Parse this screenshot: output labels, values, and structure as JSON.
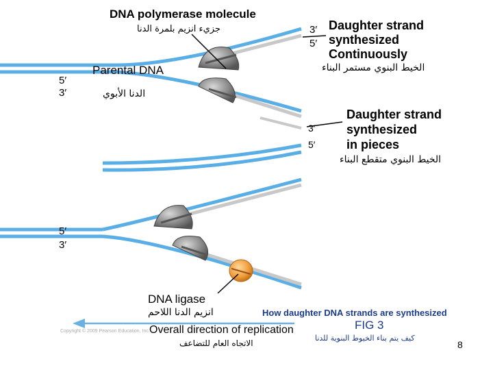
{
  "labels": {
    "polymerase_en": "DNA polymerase molecule",
    "polymerase_ar": "جزيء انزيم بلمرة الدنا",
    "parental_en": "Parental DNA",
    "parental_ar": "الدنا الأبوي",
    "continuous_en_1": "Daughter strand",
    "continuous_en_2": "synthesized",
    "continuous_en_3": "Continuously",
    "continuous_ar": "الخيط البنوي مستمر البناء",
    "pieces_en_1": "Daughter  strand",
    "pieces_en_2": "synthesized",
    "pieces_en_3": "in pieces",
    "pieces_ar": "الخيط البنوي متقطع البناء",
    "ligase_en": "DNA ligase",
    "ligase_ar": "انزيم الدنا اللاحم",
    "caption_en": "How daughter DNA strands are synthesized",
    "fig_label": "FIG 3",
    "caption_ar": "كيف يتم بناء الخيوط البنوية للدنا",
    "direction_en": "Overall direction of replication",
    "direction_ar": "الاتجاه العام للتضاعف",
    "copyright": "Copyright © 2009 Pearson Education, Inc.",
    "page_number": "8"
  },
  "ends": {
    "top_left_5": "5′",
    "top_left_3": "3′",
    "top_right_3": "3′",
    "top_right_5": "5′",
    "mid_right_3": "3′",
    "mid_right_5": "5′",
    "bottom_left_5": "5′",
    "bottom_left_3": "3′"
  },
  "colors": {
    "parental_strand": "#5aaee6",
    "daughter_strand": "#c8c8c8",
    "polymerase": "#8a8a8a",
    "ligase": "#f0a040"
  }
}
